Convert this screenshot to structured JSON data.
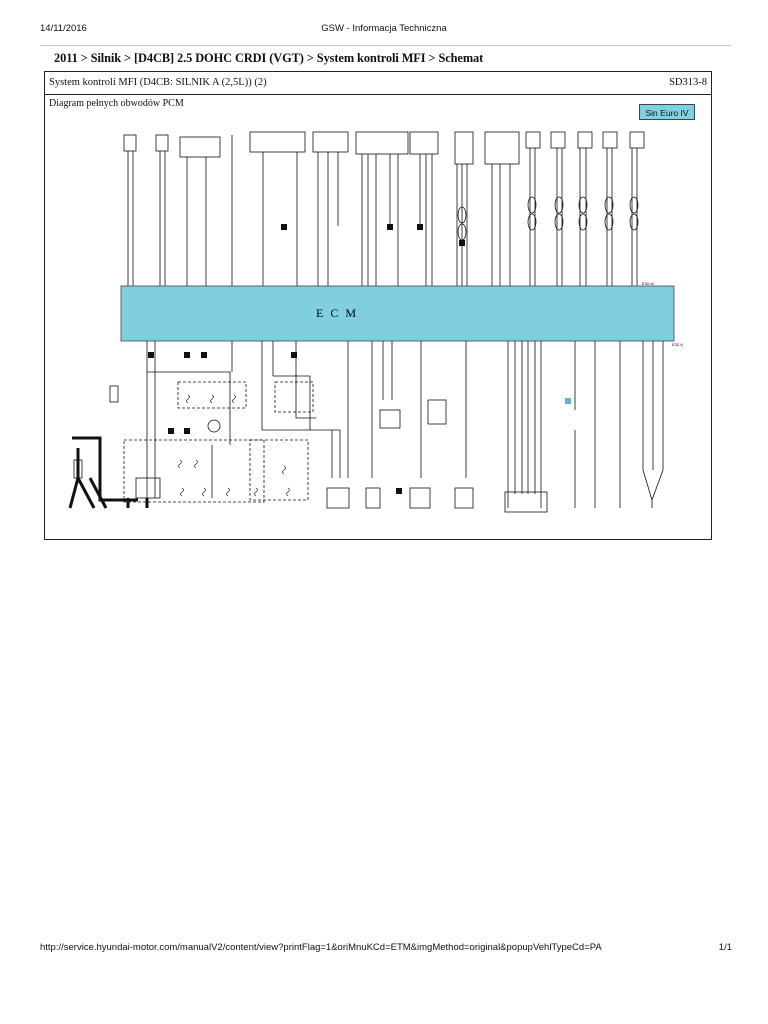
{
  "browser": {
    "date": "14/11/2016",
    "title": "GSW - Informacja Techniczna"
  },
  "breadcrumb": "2011 > Silnik > [D4CB] 2.5 DOHC CRDI (VGT) > System kontroli MFI > Schemat",
  "frame": {
    "system_title": "System kontroli MFI (D4CB: SILNIK A (2,5L)) (2)",
    "code": "SD313-8",
    "diagram_title": "Diagram pełnych obwodów PCM",
    "badge": "Sin Euro IV"
  },
  "ecm": {
    "label": "E C M",
    "connector_top": "E32-M",
    "connector_bottom": "E32-K"
  },
  "colors": {
    "ecm_fill": "#7fcfe0",
    "badge_fill": "#7fd0e0",
    "wire": "#111111"
  },
  "footer": {
    "url": "http://service.hyundai-motor.com/manualV2/content/view?printFlag=1&oriMnuKCd=ETM&imgMethod=original&popupVehlTypeCd=PA",
    "page": "1/1"
  }
}
